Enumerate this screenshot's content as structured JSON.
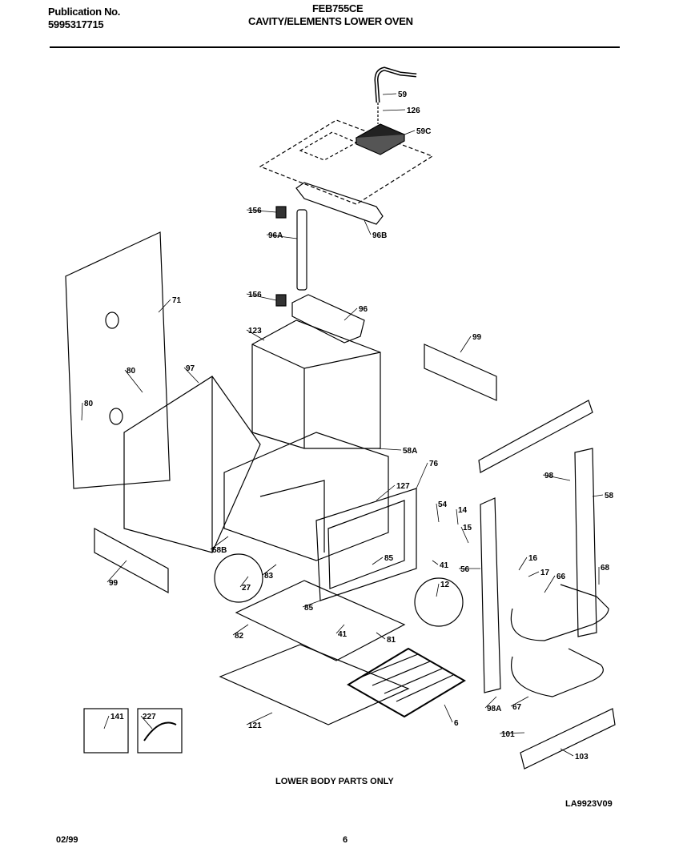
{
  "header": {
    "publication_label": "Publication No.",
    "publication_number": "5995317715",
    "model": "FEB755CE",
    "section_title": "CAVITY/ELEMENTS LOWER OVEN"
  },
  "parts": [
    {
      "id": "p59",
      "label": "59"
    },
    {
      "id": "p126",
      "label": "126"
    },
    {
      "id": "p59c",
      "label": "59C"
    },
    {
      "id": "p156a",
      "label": "156"
    },
    {
      "id": "p96a1",
      "label": "96A"
    },
    {
      "id": "p96b",
      "label": "96B"
    },
    {
      "id": "p156b",
      "label": "156"
    },
    {
      "id": "p96",
      "label": "96"
    },
    {
      "id": "p71",
      "label": "71"
    },
    {
      "id": "p123",
      "label": "123"
    },
    {
      "id": "p99a",
      "label": "99"
    },
    {
      "id": "p80a",
      "label": "80"
    },
    {
      "id": "p97",
      "label": "97"
    },
    {
      "id": "p80b",
      "label": "80"
    },
    {
      "id": "p58a",
      "label": "58A"
    },
    {
      "id": "p76",
      "label": "76"
    },
    {
      "id": "p127",
      "label": "127"
    },
    {
      "id": "p98",
      "label": "98"
    },
    {
      "id": "p58",
      "label": "58"
    },
    {
      "id": "p54",
      "label": "54"
    },
    {
      "id": "p14",
      "label": "14"
    },
    {
      "id": "p15",
      "label": "15"
    },
    {
      "id": "p58b",
      "label": "58B"
    },
    {
      "id": "p99b",
      "label": "99"
    },
    {
      "id": "p85a",
      "label": "85"
    },
    {
      "id": "p41a",
      "label": "41"
    },
    {
      "id": "p56",
      "label": "56"
    },
    {
      "id": "p16",
      "label": "16"
    },
    {
      "id": "p17",
      "label": "17"
    },
    {
      "id": "p66",
      "label": "66"
    },
    {
      "id": "p68",
      "label": "68"
    },
    {
      "id": "p83",
      "label": "83"
    },
    {
      "id": "p27",
      "label": "27"
    },
    {
      "id": "p12",
      "label": "12"
    },
    {
      "id": "p85b",
      "label": "85"
    },
    {
      "id": "p82",
      "label": "82"
    },
    {
      "id": "p41b",
      "label": "41"
    },
    {
      "id": "p81",
      "label": "81"
    },
    {
      "id": "p141",
      "label": "141"
    },
    {
      "id": "p227",
      "label": "227"
    },
    {
      "id": "p121",
      "label": "121"
    },
    {
      "id": "p6",
      "label": "6"
    },
    {
      "id": "p98a2",
      "label": "98A"
    },
    {
      "id": "p67",
      "label": "67"
    },
    {
      "id": "p101",
      "label": "101"
    },
    {
      "id": "p103",
      "label": "103"
    }
  ],
  "footer": {
    "note": "LOWER BODY PARTS ONLY",
    "illustration_code": "LA9923V09",
    "date": "02/99",
    "page": "6"
  }
}
